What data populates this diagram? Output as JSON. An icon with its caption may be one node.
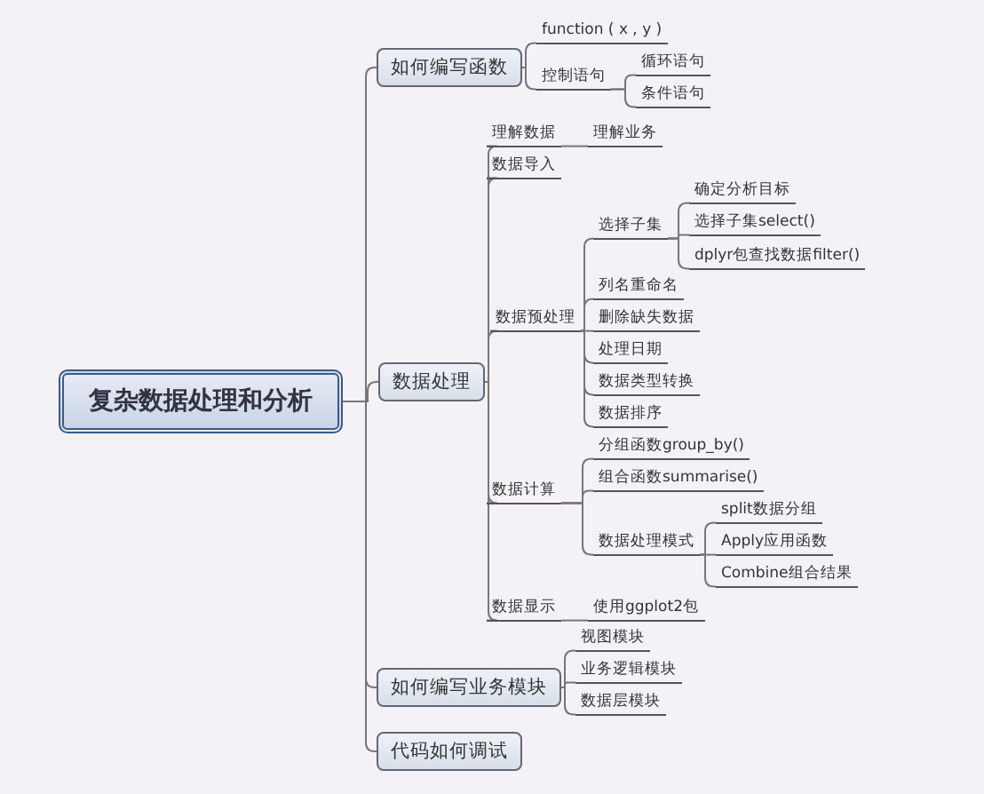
{
  "diagram": {
    "nodes": [
      {
        "text": [
          "复杂数据处理和分析"
        ]
      },
      {
        "text": [
          "如何编写函数"
        ]
      },
      {
        "text": [
          "function ( x , y )"
        ]
      },
      {
        "text": [
          "控制语句"
        ]
      },
      {
        "text": [
          "循环语句"
        ]
      },
      {
        "text": [
          "条件语句"
        ]
      },
      {
        "text": [
          "数据处理"
        ]
      },
      {
        "text": [
          "理解数据"
        ]
      },
      {
        "text": [
          "理解业务"
        ]
      },
      {
        "text": [
          "数据导入"
        ]
      },
      {
        "text": [
          "数据预处理"
        ]
      },
      {
        "text": [
          "选择子集"
        ]
      },
      {
        "text": [
          "确定分析目标"
        ]
      },
      {
        "text": [
          "选择子集select()"
        ]
      },
      {
        "text": [
          "dplyr包查找数据filter()"
        ]
      },
      {
        "text": [
          "列名重命名"
        ]
      },
      {
        "text": [
          "删除缺失数据"
        ]
      },
      {
        "text": [
          "处理日期"
        ]
      },
      {
        "text": [
          "数据类型转换"
        ]
      },
      {
        "text": [
          "数据排序"
        ]
      },
      {
        "text": [
          "数据计算"
        ]
      },
      {
        "text": [
          "分组函数group_by()"
        ]
      },
      {
        "text": [
          "组合函数summarise()"
        ]
      },
      {
        "text": [
          "数据处理模式"
        ]
      },
      {
        "text": [
          "split数据分组"
        ]
      },
      {
        "text": [
          "Apply应用函数"
        ]
      },
      {
        "text": [
          "Combine组合结果"
        ]
      },
      {
        "text": [
          "数据显示"
        ]
      },
      {
        "text": [
          "使用ggplot2包"
        ]
      },
      {
        "text": [
          "如何编写业务模块"
        ]
      },
      {
        "text": [
          "视图模块"
        ]
      },
      {
        "text": [
          "业务逻辑模块"
        ]
      },
      {
        "text": [
          "数据层模块"
        ]
      },
      {
        "text": [
          "代码如何调试"
        ]
      }
    ],
    "edges": [
      {
        "from": 0,
        "to": 1,
        "arrow": "none"
      },
      {
        "from": 0,
        "to": 6,
        "arrow": "none"
      },
      {
        "from": 0,
        "to": 29,
        "arrow": "none"
      },
      {
        "from": 0,
        "to": 33,
        "arrow": "none"
      },
      {
        "from": 1,
        "to": 2,
        "arrow": "none"
      },
      {
        "from": 1,
        "to": 3,
        "arrow": "none"
      },
      {
        "from": 3,
        "to": 4,
        "arrow": "none"
      },
      {
        "from": 3,
        "to": 5,
        "arrow": "none"
      },
      {
        "from": 6,
        "to": 7,
        "arrow": "none"
      },
      {
        "from": 6,
        "to": 9,
        "arrow": "none"
      },
      {
        "from": 6,
        "to": 10,
        "arrow": "none"
      },
      {
        "from": 6,
        "to": 20,
        "arrow": "none"
      },
      {
        "from": 6,
        "to": 27,
        "arrow": "none"
      },
      {
        "from": 7,
        "to": 8,
        "arrow": "none"
      },
      {
        "from": 10,
        "to": 11,
        "arrow": "none"
      },
      {
        "from": 10,
        "to": 15,
        "arrow": "none"
      },
      {
        "from": 10,
        "to": 16,
        "arrow": "none"
      },
      {
        "from": 10,
        "to": 17,
        "arrow": "none"
      },
      {
        "from": 10,
        "to": 18,
        "arrow": "none"
      },
      {
        "from": 10,
        "to": 19,
        "arrow": "none"
      },
      {
        "from": 11,
        "to": 12,
        "arrow": "none"
      },
      {
        "from": 11,
        "to": 13,
        "arrow": "none"
      },
      {
        "from": 11,
        "to": 14,
        "arrow": "none"
      },
      {
        "from": 20,
        "to": 21,
        "arrow": "none"
      },
      {
        "from": 20,
        "to": 22,
        "arrow": "none"
      },
      {
        "from": 20,
        "to": 23,
        "arrow": "none"
      },
      {
        "from": 23,
        "to": 24,
        "arrow": "none"
      },
      {
        "from": 23,
        "to": 25,
        "arrow": "none"
      },
      {
        "from": 23,
        "to": 26,
        "arrow": "none"
      },
      {
        "from": 27,
        "to": 28,
        "arrow": "none"
      },
      {
        "from": 29,
        "to": 30,
        "arrow": "none"
      },
      {
        "from": 29,
        "to": 31,
        "arrow": "none"
      },
      {
        "from": 29,
        "to": 32,
        "arrow": "none"
      }
    ]
  }
}
